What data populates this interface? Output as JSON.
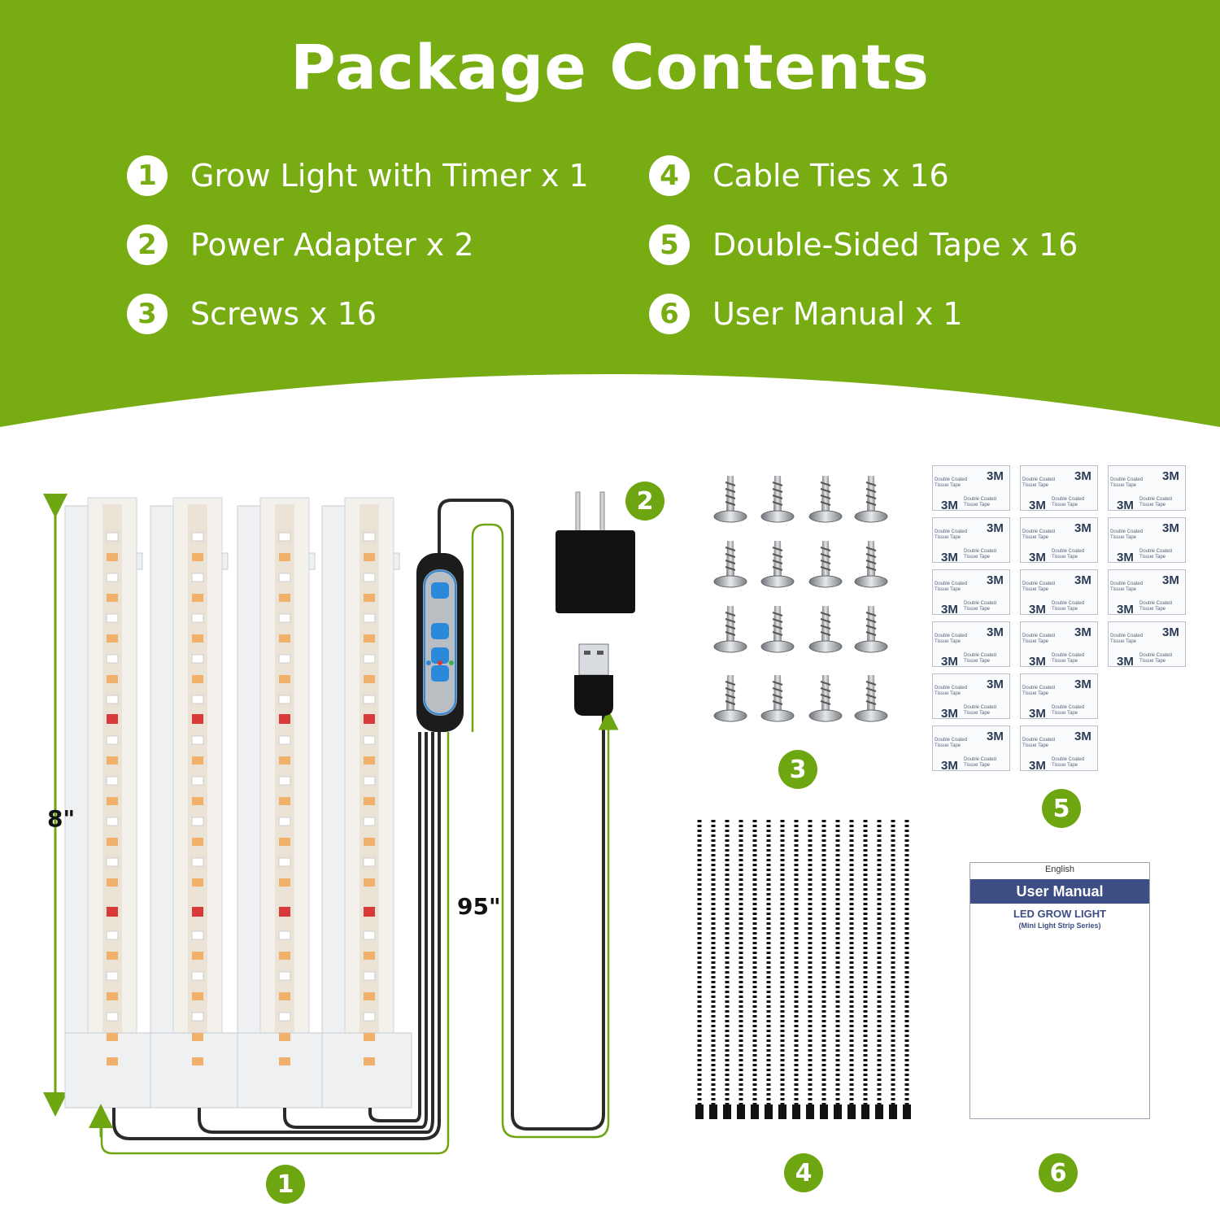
{
  "header": {
    "title": "Package Contents",
    "background_color": "#77ac12"
  },
  "items": [
    {
      "number": "1",
      "label": "Grow Light with Timer x 1"
    },
    {
      "number": "2",
      "label": "Power Adapter x 2"
    },
    {
      "number": "3",
      "label": "Screws x 16"
    },
    {
      "number": "4",
      "label": "Cable Ties x 16"
    },
    {
      "number": "5",
      "label": "Double-Sided Tape x 16"
    },
    {
      "number": "6",
      "label": "User Manual x 1"
    }
  ],
  "dimensions": {
    "strip_length": "8\"",
    "cable_length": "95\""
  },
  "tape": {
    "brand": "3M",
    "line1": "Double Coated",
    "line2": "Tissue Tape"
  },
  "manual": {
    "language": "English",
    "title": "User Manual",
    "product": "LED GROW LIGHT",
    "series": "(Mini Light Strip Series)"
  },
  "icons": [
    "grow-light-strip-icon",
    "power-adapter-icon",
    "usb-plug-icon",
    "timer-controller-icon",
    "screw-icon",
    "cable-tie-icon",
    "tape-sheet-icon",
    "manual-icon"
  ]
}
